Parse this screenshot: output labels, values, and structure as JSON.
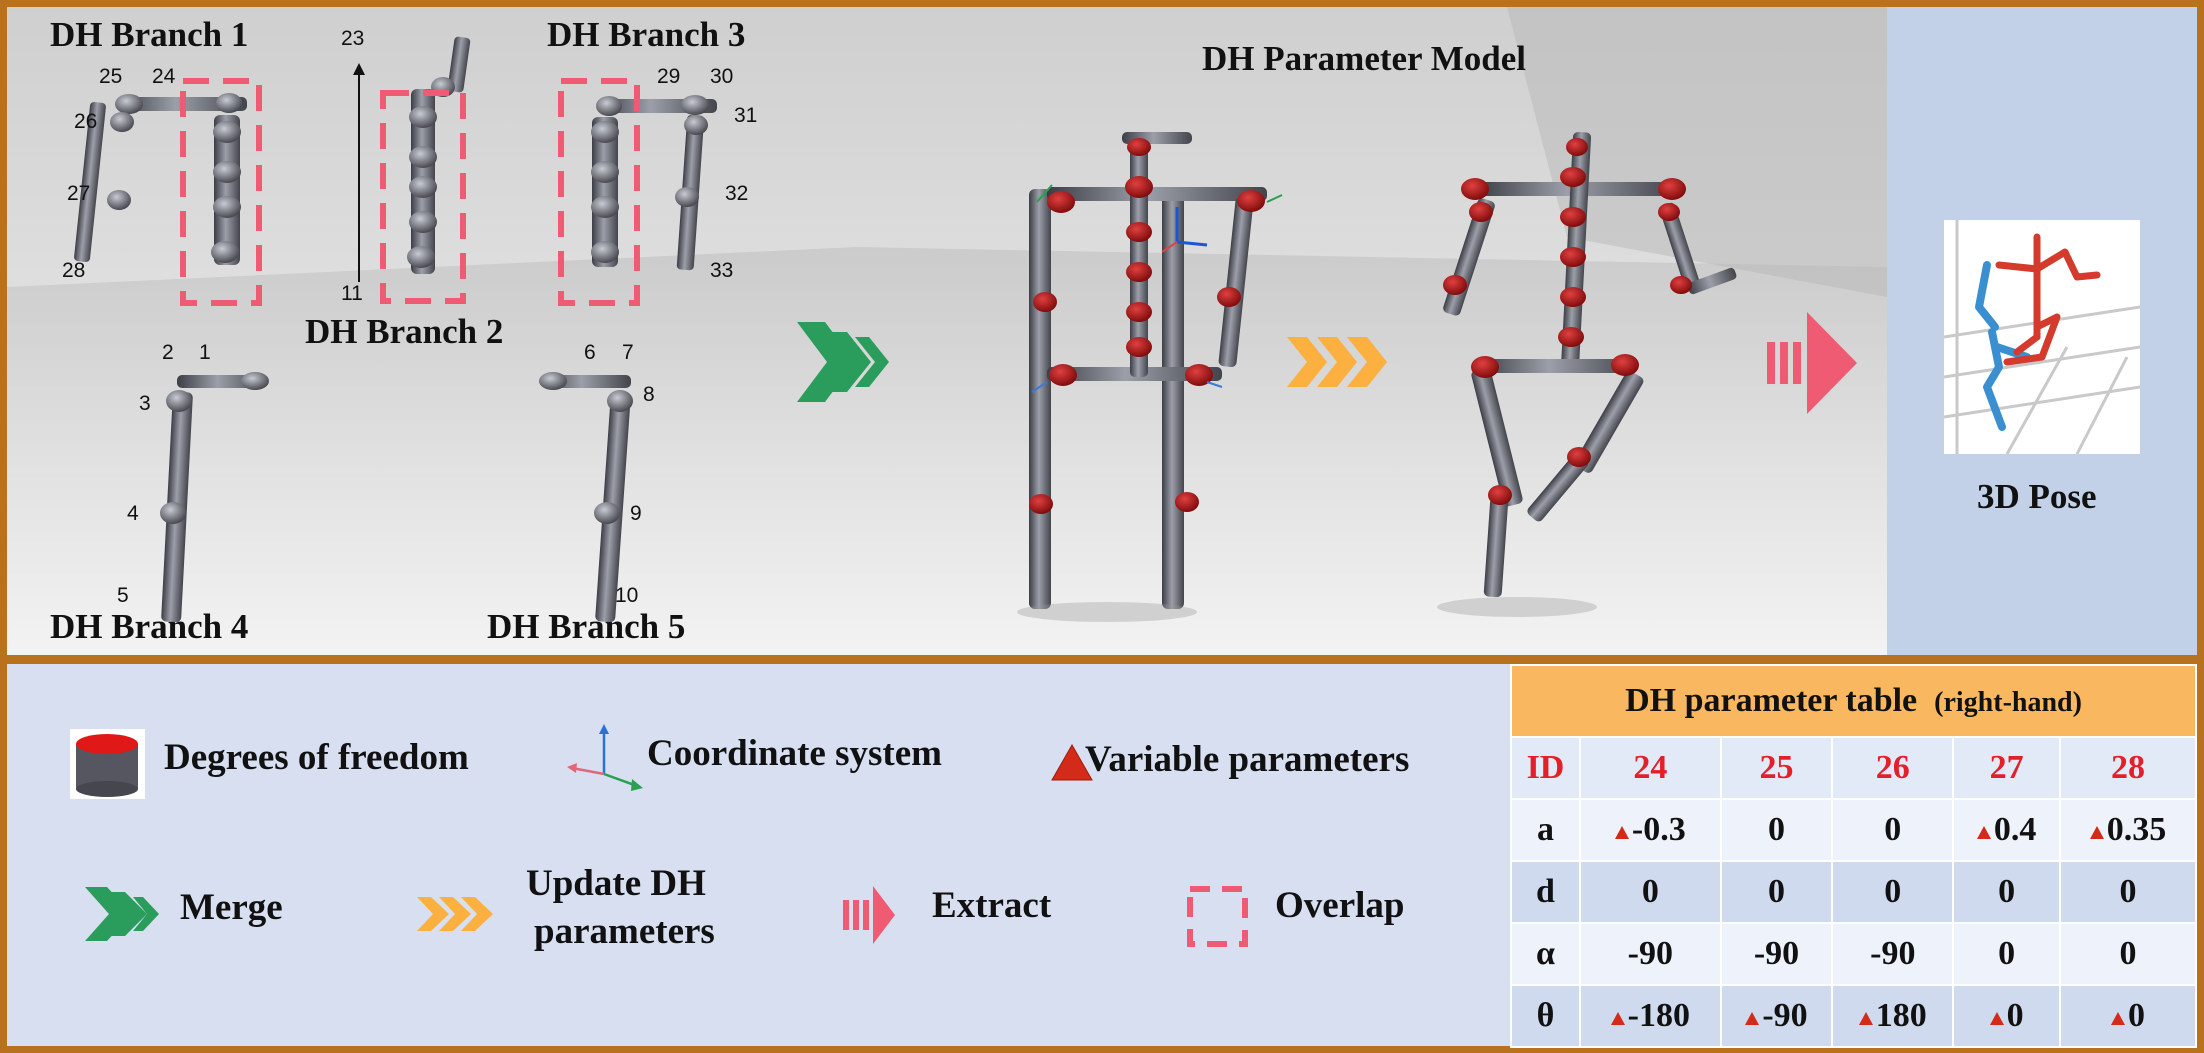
{
  "top": {
    "branch1": "DH Branch 1",
    "branch2": "DH Branch 2",
    "branch3": "DH Branch 3",
    "branch4": "DH Branch 4",
    "branch5": "DH Branch 5",
    "model_title": "DH Parameter Model",
    "pose_label": "3D Pose",
    "joint_numbers": {
      "n1": "1",
      "n2": "2",
      "n3": "3",
      "n4": "4",
      "n5": "5",
      "n6": "6",
      "n7": "7",
      "n8": "8",
      "n9": "9",
      "n10": "10",
      "n11": "11",
      "n23": "23",
      "n24": "24",
      "n25": "25",
      "n26": "26",
      "n27": "27",
      "n28": "28",
      "n29": "29",
      "n30": "30",
      "n31": "31",
      "n32": "32",
      "n33": "33"
    }
  },
  "legend": {
    "dof": "Degrees of freedom",
    "coord": "Coordinate system",
    "variable": "Variable parameters",
    "merge": "Merge",
    "update_line1": "Update DH",
    "update_line2": "parameters",
    "extract": "Extract",
    "overlap": "Overlap"
  },
  "table": {
    "title": "DH parameter table",
    "subtitle": "(right-hand)",
    "id_label": "ID",
    "ids": [
      "24",
      "25",
      "26",
      "27",
      "28"
    ],
    "rows": {
      "a": {
        "label": "a",
        "values": [
          "-0.3",
          "0",
          "0",
          "0.4",
          "0.35"
        ]
      },
      "d": {
        "label": "d",
        "values": [
          "0",
          "0",
          "0",
          "0",
          "0"
        ]
      },
      "alpha": {
        "label": "α",
        "values": [
          "-90",
          "-90",
          "-90",
          "0",
          "0"
        ]
      },
      "theta": {
        "label": "θ",
        "values": [
          "-180",
          "-90",
          "180",
          "0",
          "0"
        ]
      }
    },
    "variable_markers": "a: 24, 27, 28; θ: 24, 25, 26, 27, 28"
  },
  "colors": {
    "frame": "#b8711c",
    "merge_green": "#2a9d5c",
    "update_orange": "#fbb040",
    "extract_pink": "#ee5b73",
    "joint_red": "#b81818",
    "table_header": "#f9b860",
    "id_red": "#e3202a",
    "skeleton_blue": "#3a8fd0",
    "skeleton_red": "#d43b2c"
  }
}
